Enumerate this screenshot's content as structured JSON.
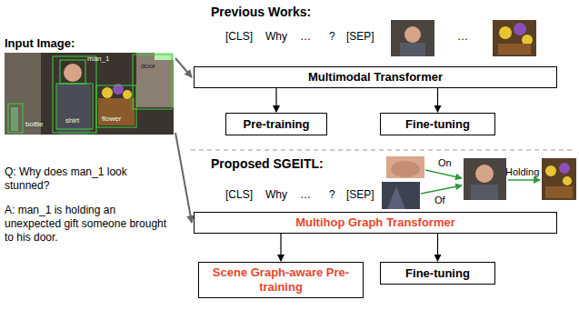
{
  "diagram": {
    "nodes": [
      {
        "text": [
          "Input Image:"
        ]
      },
      {
        "text": [
          "Multimodal Transformer"
        ]
      },
      {
        "text": [
          "Pre-training"
        ]
      },
      {
        "text": [
          "Fine-tuning"
        ]
      },
      {
        "text": [
          "Multihop Graph Transformer"
        ]
      },
      {
        "text": [
          "Scene Graph-aware Pre-training"
        ]
      },
      {
        "text": [
          "Fine-tuning"
        ]
      }
    ],
    "edges": [
      {
        "from": 0,
        "to": 1,
        "arrow": "to"
      },
      {
        "from": 1,
        "to": 2,
        "arrow": "to"
      },
      {
        "from": 1,
        "to": 3,
        "arrow": "to"
      },
      {
        "from": 0,
        "to": 4,
        "arrow": "to"
      },
      {
        "from": 4,
        "to": 5,
        "arrow": "to"
      },
      {
        "from": 4,
        "to": 6,
        "arrow": "to"
      }
    ],
    "labels": [
      "Previous Works:",
      "[CLS]",
      "Why",
      "…",
      "?",
      "[SEP]",
      "…",
      "Proposed SGEITL:",
      "[CLS]",
      "Why",
      "…",
      "?",
      "[SEP]",
      "On",
      "Of",
      "Holding",
      "Q: Why does man_1 look stunned?",
      "A: man_1 is holding an unexpected gift someone brought to his door.",
      "man_1",
      "door",
      "shirt",
      "flower",
      "bottle"
    ]
  }
}
